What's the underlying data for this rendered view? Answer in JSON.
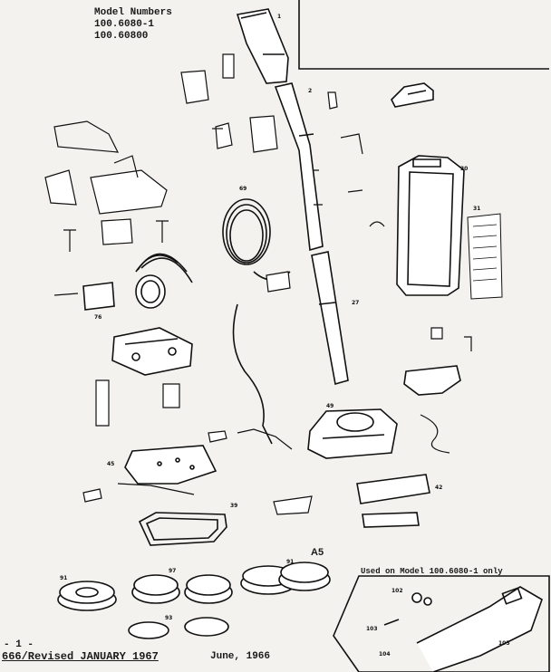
{
  "header": {
    "title": "Model Numbers",
    "models": [
      "100.6080-1",
      "100.60800"
    ]
  },
  "section_label": "A5",
  "inset": {
    "caption": "Used on Model 100.6080-1 only",
    "callouts": [
      "102",
      "103",
      "104",
      "105"
    ]
  },
  "footer": {
    "page": "- 1 -",
    "revision": "666/Revised JANUARY 1967",
    "date": "June, 1966"
  },
  "callouts": {
    "handle": "1",
    "handle_tube": "2",
    "lower_handle": "27",
    "bag": "30",
    "instruction_card": "31",
    "cord": "69",
    "motor": "76",
    "base": "45",
    "nozzle": "49",
    "bumper": "42",
    "brush_1": "91",
    "brush_2": "97",
    "brush_3": "91",
    "bottom_plate": "93",
    "gasket": "39"
  }
}
